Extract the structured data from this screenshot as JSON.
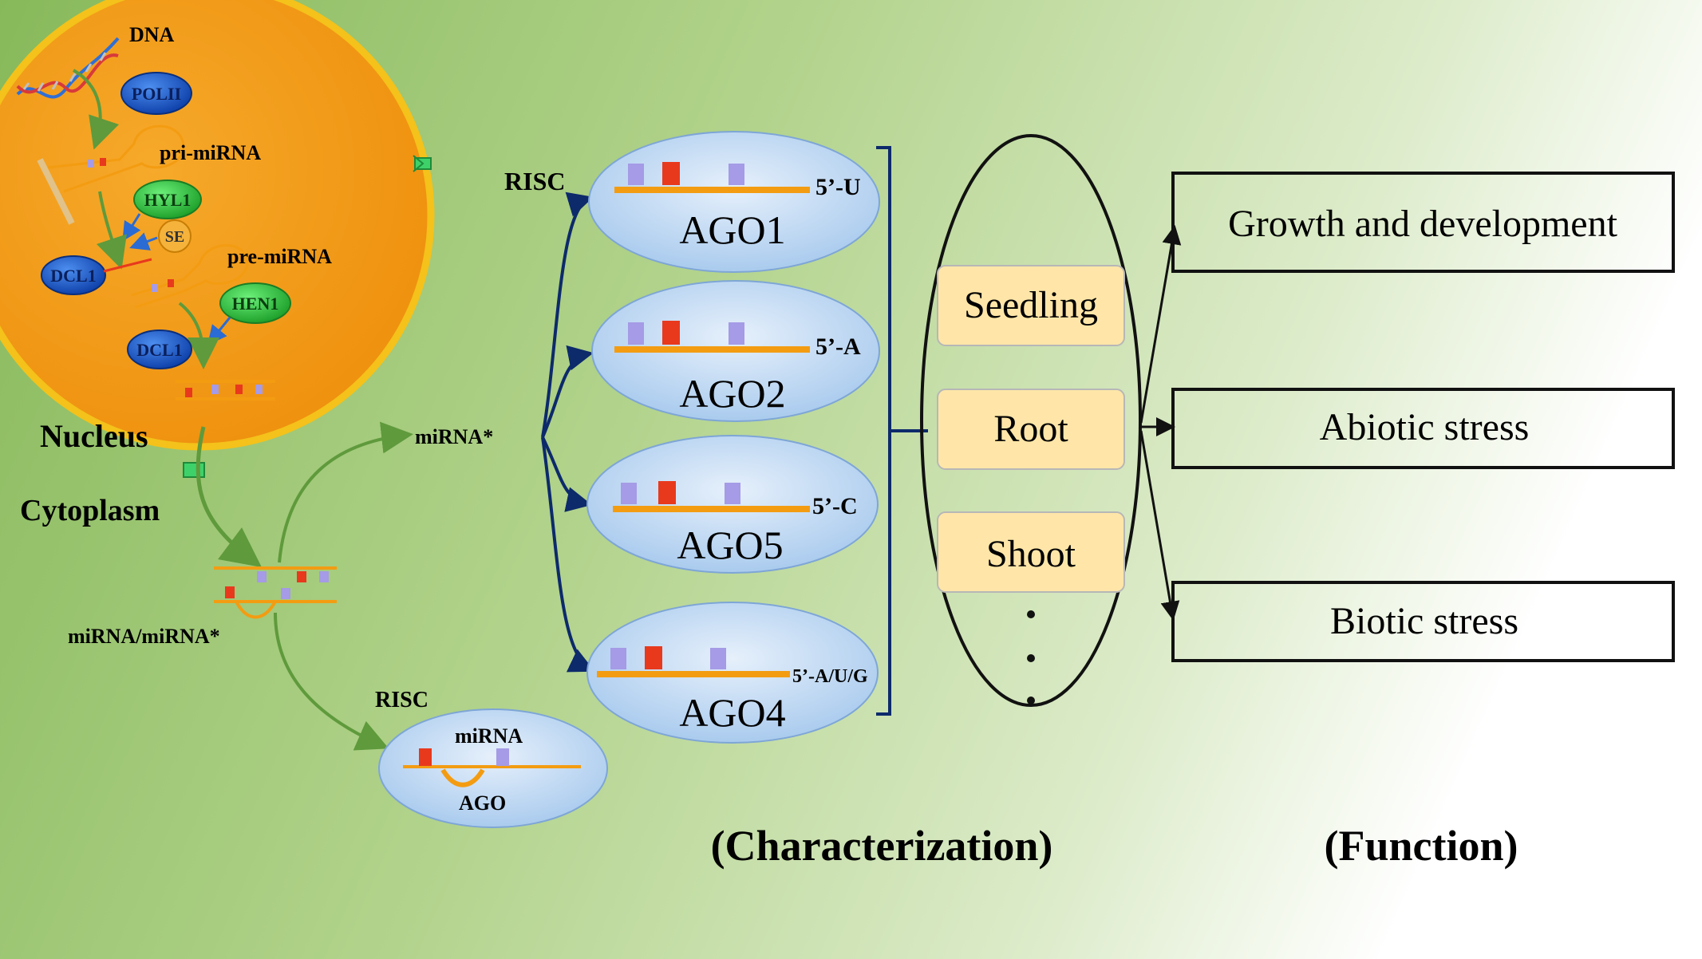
{
  "colors": {
    "bg_left": "#8fbf63",
    "bg_right": "#ffffff",
    "nucleus_fill": "#f29a14",
    "nucleus_border": "#f4c21a",
    "rna_strand": "#f39c12",
    "mark_red": "#e8391d",
    "mark_purple": "#a59be6",
    "ago_ellipse": "#b9d5f2",
    "protein_blue": "#1e5fd0",
    "protein_green": "#2ecb3a",
    "tissue_box": "#ffe6a8",
    "arrow_green": "#5f9a3c",
    "arrow_navy": "#0d2a6b",
    "frame": "#111111"
  },
  "nucleus": {
    "dna": "DNA",
    "polii": "POLII",
    "pri_mirna": "pri-miRNA",
    "hyl1": "HYL1",
    "se": "SE",
    "dcl1_a": "DCL1",
    "pre_mirna": "pre-miRNA",
    "hen1": "HEN1",
    "dcl1_b": "DCL1",
    "nucleus_label": "Nucleus"
  },
  "cytoplasm": {
    "label": "Cytoplasm",
    "duplex": "miRNA/miRNA*",
    "star": "miRNA*",
    "risc_bottom": "RISC",
    "mirna": "miRNA",
    "ago": "AGO"
  },
  "risc_top": "RISC",
  "agos": [
    {
      "name": "AGO1",
      "end": "5’-U"
    },
    {
      "name": "AGO2",
      "end": "5’-A"
    },
    {
      "name": "AGO5",
      "end": "5’-C"
    },
    {
      "name": "AGO4",
      "end": "5’-A/U/G"
    }
  ],
  "tissues": [
    "Seedling",
    "Root",
    "Shoot"
  ],
  "functions": [
    "Growth and development",
    "Abiotic stress",
    "Biotic stress"
  ],
  "characterization": "(Characterization)",
  "function_heading": "(Function)"
}
